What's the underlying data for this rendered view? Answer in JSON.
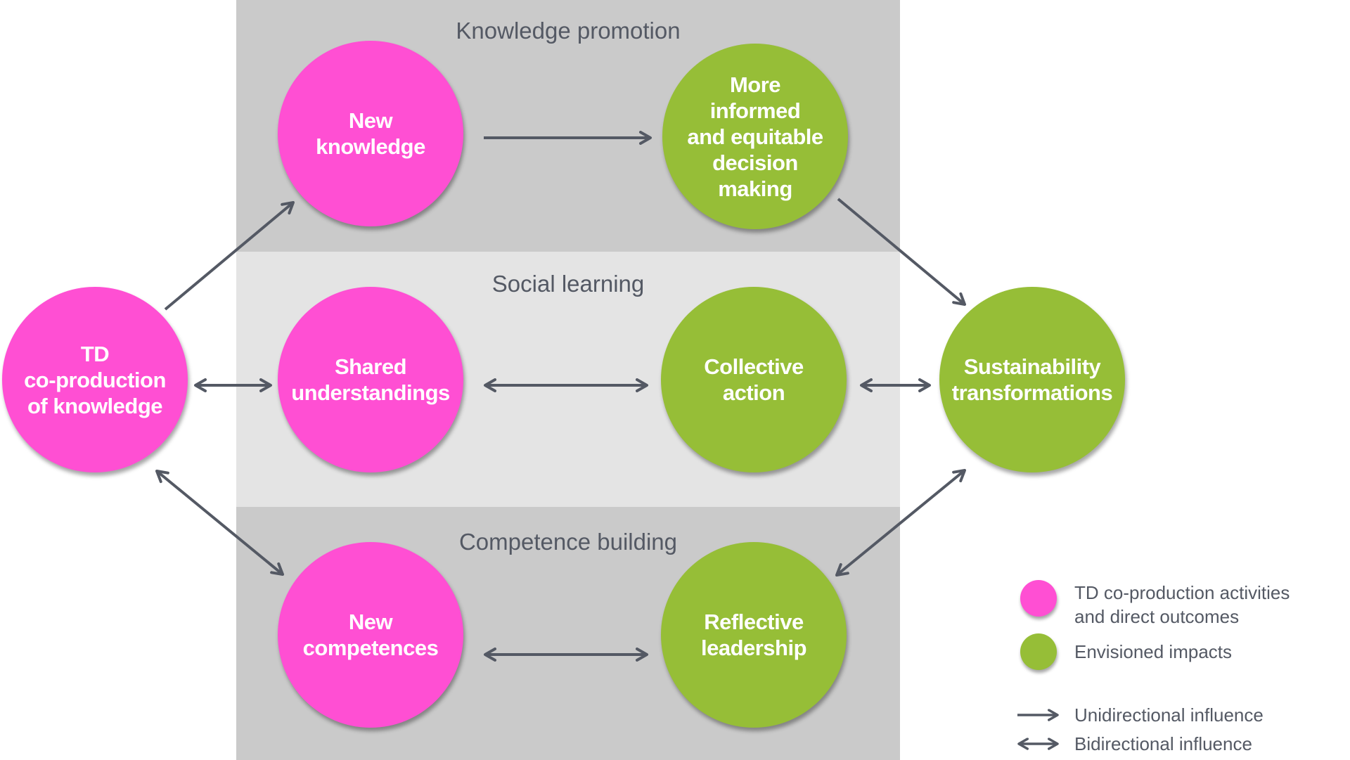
{
  "colors": {
    "td_coproduction": "#ff4fd3",
    "envisioned_impact": "#96be37",
    "band_dark": "#cacaca",
    "band_light": "#e4e4e4",
    "arrow": "#545964",
    "text": "#545964"
  },
  "bands": [
    {
      "id": "knowledge-promotion",
      "title": "Knowledge promotion"
    },
    {
      "id": "social-learning",
      "title": "Social learning"
    },
    {
      "id": "competence-building",
      "title": "Competence building"
    }
  ],
  "nodes": [
    {
      "id": "td",
      "type": "td_coproduction",
      "label": "TD\nco-production\nof knowledge"
    },
    {
      "id": "new-knowledge",
      "type": "td_coproduction",
      "label": "New\nknowledge"
    },
    {
      "id": "shared-understandings",
      "type": "td_coproduction",
      "label": "Shared\nunderstandings"
    },
    {
      "id": "new-competences",
      "type": "td_coproduction",
      "label": "New\ncompetences"
    },
    {
      "id": "decision-making",
      "type": "envisioned_impact",
      "label": "More\ninformed\nand equitable\ndecision\nmaking"
    },
    {
      "id": "collective-action",
      "type": "envisioned_impact",
      "label": "Collective\naction"
    },
    {
      "id": "reflective-leadership",
      "type": "envisioned_impact",
      "label": "Reflective\nleadership"
    },
    {
      "id": "sustainability",
      "type": "envisioned_impact",
      "label": "Sustainability\ntransformations"
    }
  ],
  "edges": [
    {
      "from": "td",
      "to": "new-knowledge",
      "kind": "unidirectional"
    },
    {
      "from": "td",
      "to": "shared-understandings",
      "kind": "bidirectional"
    },
    {
      "from": "td",
      "to": "new-competences",
      "kind": "bidirectional"
    },
    {
      "from": "new-knowledge",
      "to": "decision-making",
      "kind": "unidirectional"
    },
    {
      "from": "shared-understandings",
      "to": "collective-action",
      "kind": "bidirectional"
    },
    {
      "from": "new-competences",
      "to": "reflective-leadership",
      "kind": "bidirectional"
    },
    {
      "from": "decision-making",
      "to": "sustainability",
      "kind": "unidirectional"
    },
    {
      "from": "collective-action",
      "to": "sustainability",
      "kind": "bidirectional"
    },
    {
      "from": "reflective-leadership",
      "to": "sustainability",
      "kind": "bidirectional"
    }
  ],
  "legend": {
    "td_coproduction": "TD co-production activities\nand direct outcomes",
    "envisioned_impact": "Envisioned impacts",
    "unidirectional": "Unidirectional influence",
    "bidirectional": "Bidirectional influence"
  }
}
